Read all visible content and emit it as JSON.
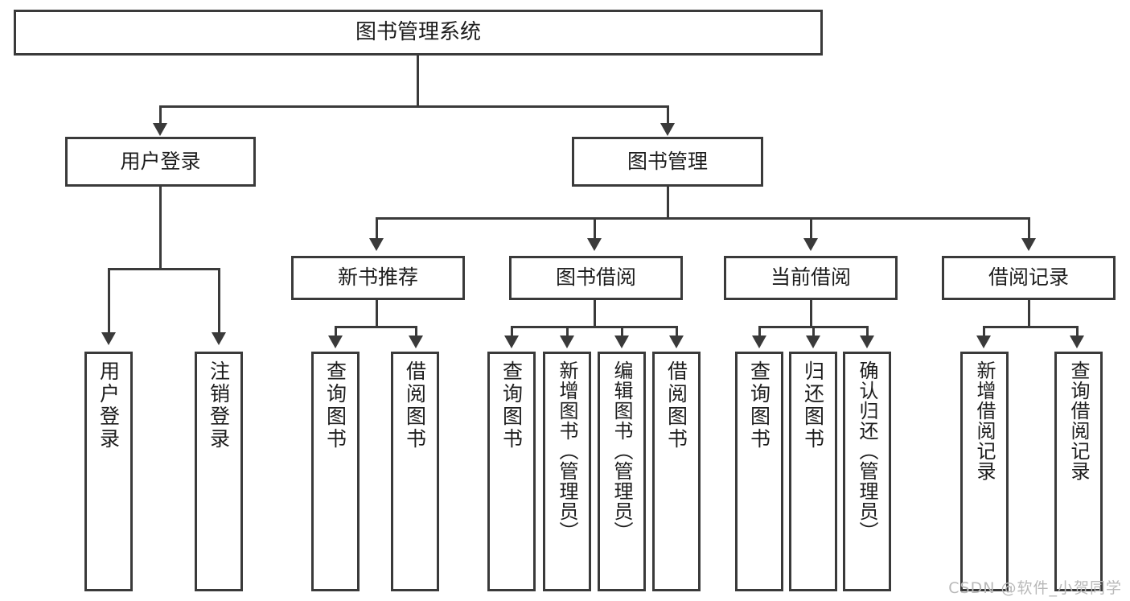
{
  "diagram": {
    "title": "图书管理系统",
    "type": "tree-hierarchy",
    "watermark": "CSDN @软件_小贺同学",
    "colors": {
      "box_border": "#3a3a3a",
      "box_fill": "#ffffff",
      "connector": "#3a3a3a",
      "text": "#1d1d1d",
      "watermark": "#b9b9b9"
    }
  },
  "root": {
    "label": "图书管理系统"
  },
  "level2": [
    {
      "label": "用户登录"
    },
    {
      "label": "图书管理"
    }
  ],
  "level3": [
    {
      "label": "新书推荐"
    },
    {
      "label": "图书借阅"
    },
    {
      "label": "当前借阅"
    },
    {
      "label": "借阅记录"
    }
  ],
  "leaves": {
    "user_login": [
      {
        "label": "用户登录"
      },
      {
        "label": "注销登录"
      }
    ],
    "new_book_recommend": [
      {
        "label": "查询图书"
      },
      {
        "label": "借阅图书"
      }
    ],
    "book_borrow": [
      {
        "label": "查询图书"
      },
      {
        "label": "新增图书（管理员）"
      },
      {
        "label": "编辑图书（管理员）"
      },
      {
        "label": "借阅图书"
      }
    ],
    "current_borrow": [
      {
        "label": "查询图书"
      },
      {
        "label": "归还图书"
      },
      {
        "label": "确认归还（管理员）"
      }
    ],
    "borrow_records": [
      {
        "label": "新增借阅记录"
      },
      {
        "label": "查询借阅记录"
      }
    ]
  }
}
